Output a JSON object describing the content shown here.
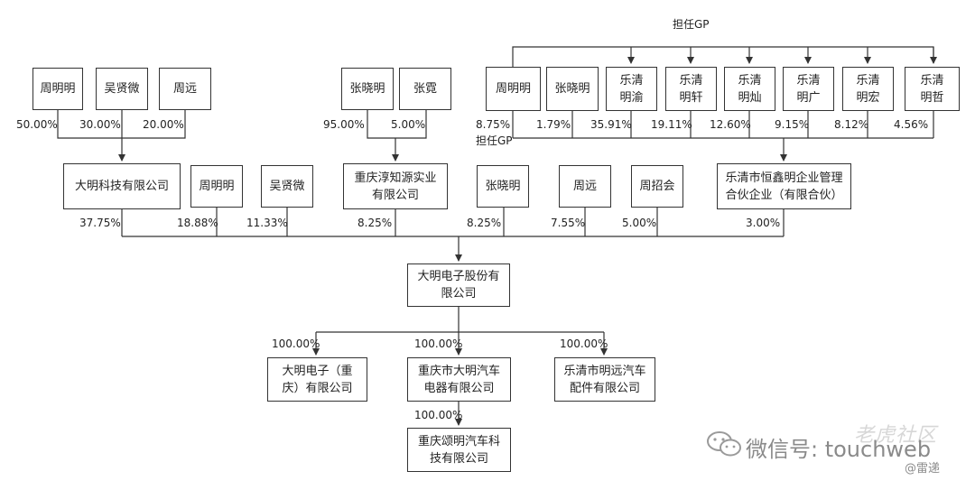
{
  "diagram": {
    "nodes": {
      "zmm1": "周明明",
      "wxw1": "吴贤微",
      "zy1": "周远",
      "zxm1": "张晓明",
      "zl": "张霓",
      "zmm2": "周明明",
      "zxm2": "张晓明",
      "lqmy": "乐清\n明渝",
      "lqmx": "乐清\n明轩",
      "lqmc": "乐清\n明灿",
      "lqmg": "乐清\n明广",
      "lqmh": "乐清\n明宏",
      "lqmz": "乐清\n明哲",
      "dmkj": "大明科技有限公司",
      "zmm3": "周明明",
      "wxw2": "吴贤微",
      "cqcz": "重庆淳知源实业\n有限公司",
      "zxm3": "张晓明",
      "zy2": "周远",
      "zzh": "周招会",
      "lqhx": "乐清市恒鑫明企业管理\n合伙企业（有限合伙）",
      "dmdz": "大明电子股份有\n限公司",
      "dmcq": "大明电子（重\n庆）有限公司",
      "cqdmqc": "重庆市大明汽车\n电器有限公司",
      "lqmyqc": "乐清市明远汽车\n配件有限公司",
      "cqsm": "重庆颂明汽车科\n技有限公司"
    },
    "percentages": {
      "p_zmm1": "50.00%",
      "p_wxw1": "30.00%",
      "p_zy1": "20.00%",
      "p_zxm1": "95.00%",
      "p_zl": "5.00%",
      "p_zmm2": "8.75%",
      "p_zxm2": "1.79%",
      "p_lqmy": "35.91%",
      "p_lqmx": "19.11%",
      "p_lqmc": "12.60%",
      "p_lqmg": "9.15%",
      "p_lqmh": "8.12%",
      "p_lqmz": "4.56%",
      "p_dmkj": "37.75%",
      "p_zmm3": "18.88%",
      "p_wxw2": "11.33%",
      "p_cqcz": "8.25%",
      "p_zxm3": "8.25%",
      "p_zy2": "7.55%",
      "p_zzh": "5.00%",
      "p_lqhx": "3.00%",
      "p_dmcq": "100.00%",
      "p_cqdmqc": "100.00%",
      "p_lqmyqc": "100.00%",
      "p_cqsm": "100.00%"
    },
    "labels": {
      "gp_top": "担任GP",
      "gp_mid": "担任GP"
    }
  },
  "watermark": {
    "text": "微信号: touchweb",
    "brand": "老虎社区",
    "sub": "@雷递"
  },
  "colors": {
    "line": "#333333",
    "border": "#333333",
    "watermark": "#8a8a8a"
  }
}
